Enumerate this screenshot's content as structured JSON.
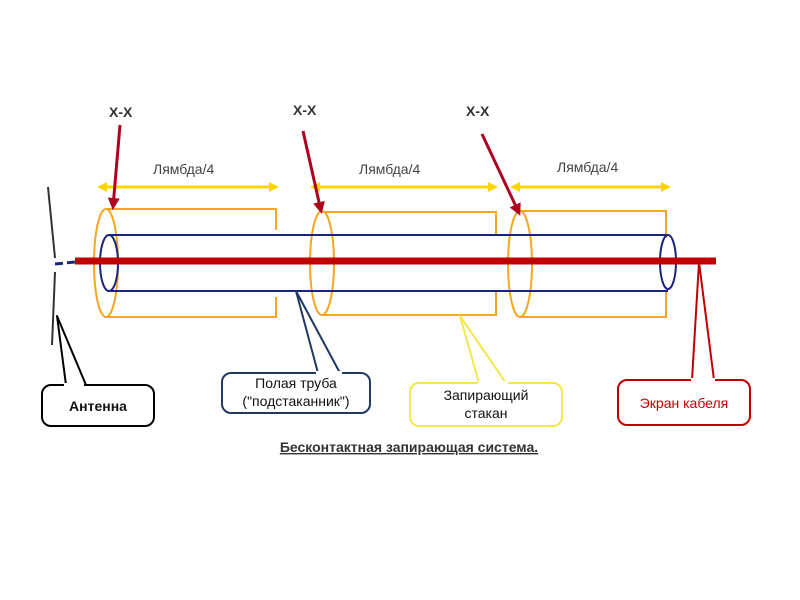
{
  "labels": {
    "xx_1": "X-X",
    "xx_2": "X-X",
    "xx_3": "X-X",
    "lambda_1": "Лямбда/4",
    "lambda_2": "Лямбда/4",
    "lambda_3": "Лямбда/4"
  },
  "callouts": {
    "antenna": "Антенна",
    "hollow_tube_line1": "Полая труба",
    "hollow_tube_line2": "(\"подстаканник\")",
    "blocking_cup_line1": "Запирающий",
    "blocking_cup_line2": "стакан",
    "cable_screen": "Экран кабеля"
  },
  "caption": "Бесконтактная запирающая система.",
  "colors": {
    "cable": "#c00000",
    "tube": "#1a237e",
    "cup": "#f5a623",
    "arrow_lambda": "#ffd500",
    "arrow_xx": "#b00020",
    "antenna": "#333333",
    "callout_tube": "#1f3864",
    "callout_cup": "#f2e84a",
    "callout_screen": "#c00000"
  }
}
